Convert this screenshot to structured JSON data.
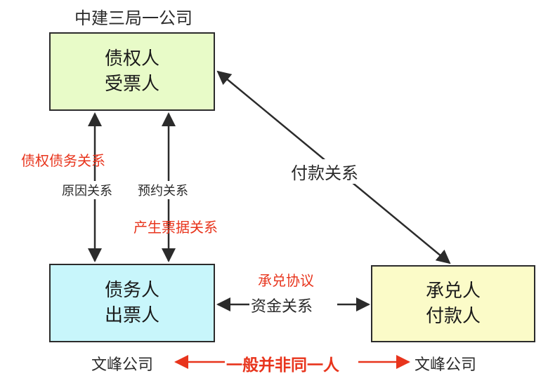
{
  "colors": {
    "creditor_fill": "#e8fbc8",
    "debtor_fill": "#c8f6fb",
    "acceptor_fill": "#fbfbc8",
    "red_text": "#e8341c",
    "line": "#2b2b2b"
  },
  "top_company": "中建三局一公司",
  "creditor_box": {
    "line1": "债权人",
    "line2": "受票人"
  },
  "debtor_box": {
    "line1": "债务人",
    "line2": "出票人"
  },
  "acceptor_box": {
    "line1": "承兑人",
    "line2": "付款人"
  },
  "labels": {
    "debt_relation": "债权债务关系",
    "cause_relation": "原因关系",
    "appointment_relation": "预约关系",
    "bill_relation": "产生票据关系",
    "payment_relation": "付款关系",
    "acceptance_agreement": "承兑协议",
    "fund_relation": "资金关系",
    "not_same_person": "一般并非同一人"
  },
  "bottom_left_company": "文峰公司",
  "bottom_right_company": "文峰公司"
}
